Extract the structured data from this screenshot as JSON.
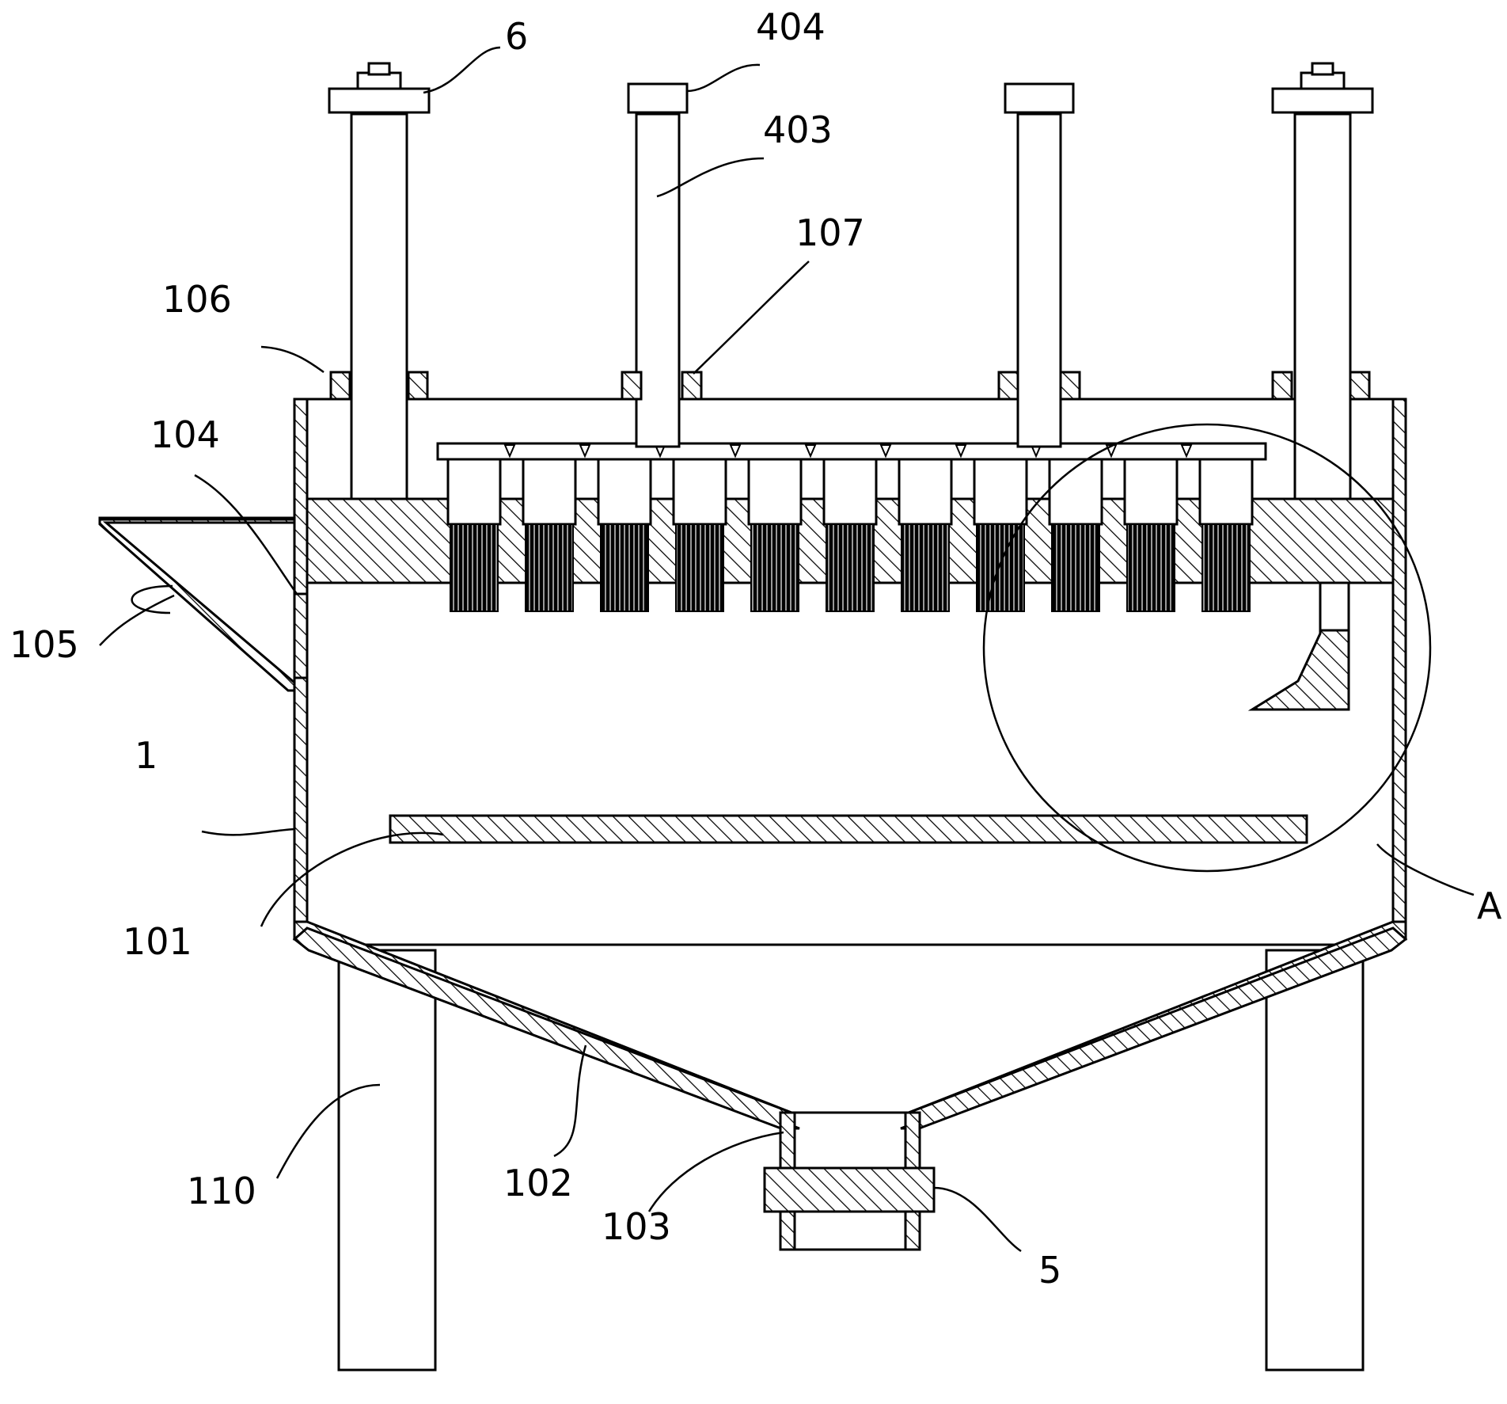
{
  "labels": {
    "l6": "6",
    "l404": "404",
    "l403": "403",
    "l107": "107",
    "l106": "106",
    "l104": "104",
    "l105": "105",
    "l1": "1",
    "l101": "101",
    "lA": "A",
    "l102": "102",
    "l103": "103",
    "l5": "5",
    "l110": "110"
  },
  "rods": {
    "outer": [
      {
        "bolt": true
      },
      {
        "bolt": false
      },
      {
        "bolt": false
      },
      {
        "bolt": true
      }
    ]
  },
  "nozzles": {
    "count": 11
  }
}
